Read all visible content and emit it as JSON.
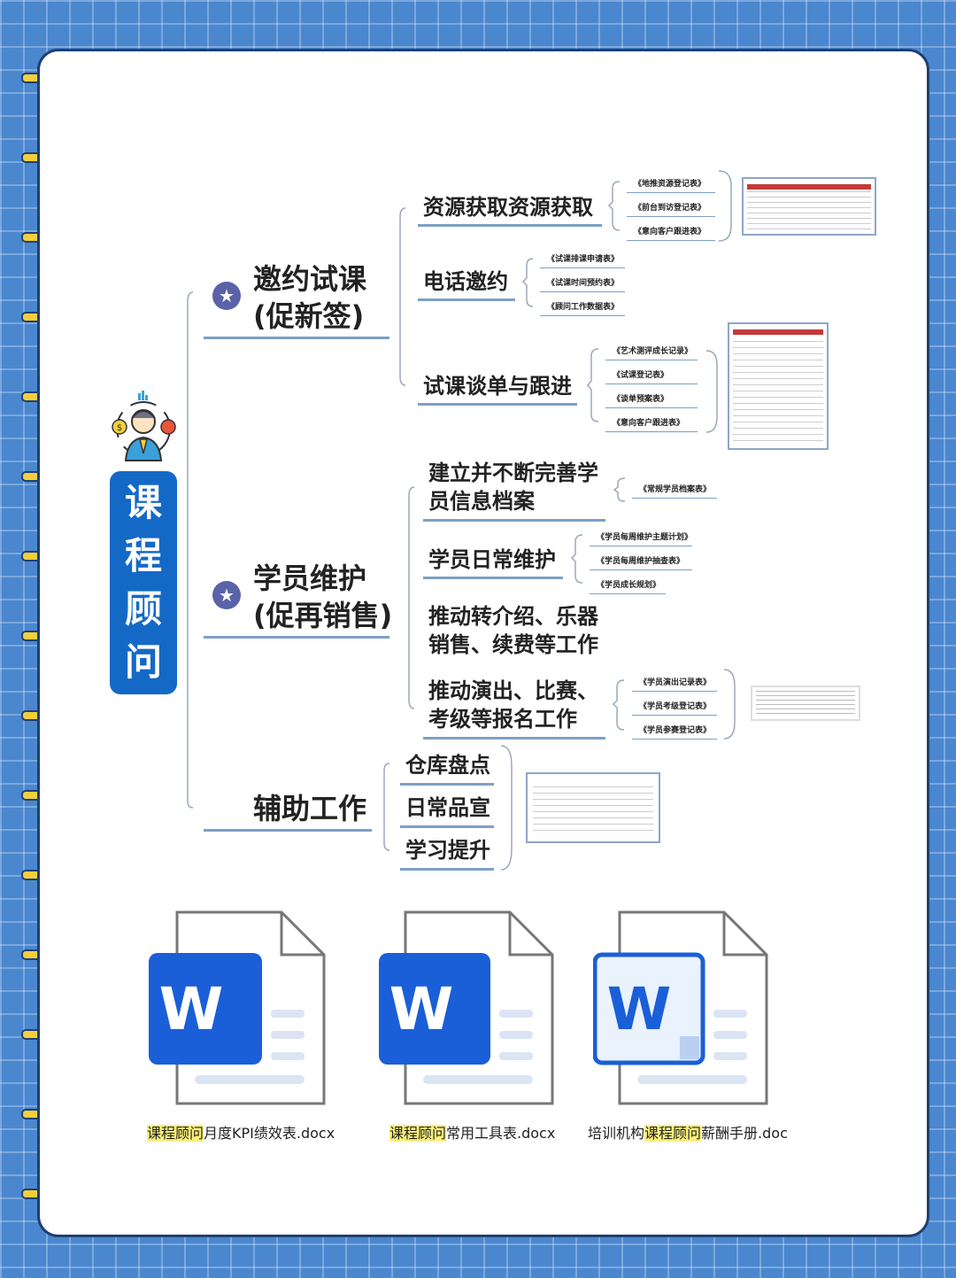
{
  "title_chars": [
    "课",
    "程",
    "顾",
    "问"
  ],
  "nodes": {
    "invite": {
      "line1": "邀约试课",
      "line2": "(促新签)"
    },
    "maintain": {
      "line1": "学员维护",
      "line2": "(促再销售)"
    },
    "aux": {
      "label": "辅助工作"
    }
  },
  "subs": {
    "resource": "资源获取资源获取",
    "phone": "电话邀约",
    "trial": "试课谈单与跟进",
    "archive1": "建立并不断完善学",
    "archive2": "员信息档案",
    "daily": "学员日常维护",
    "referral1": "推动转介绍、乐器",
    "referral2": "销售、续费等工作",
    "perform1": "推动演出、比赛、",
    "perform2": "考级等报名工作",
    "warehouse": "仓库盘点",
    "publicity": "日常品宣",
    "study": "学习提升"
  },
  "leaves": {
    "resource": [
      "《地推资源登记表》",
      "《前台到访登记表》",
      "《意向客户跟进表》"
    ],
    "phone": [
      "《试课排课申请表》",
      "《试课时间预约表》",
      "《顾问工作数据表》"
    ],
    "trial": [
      "《艺术测评成长记录》",
      "《试课登记表》",
      "《谈单预案表》",
      "《意向客户跟进表》"
    ],
    "archive": [
      "《常规学员档案表》"
    ],
    "daily": [
      "《学员每周维护主题计划》",
      "《学员每周维护抽查表》",
      "《学员成长规划》"
    ],
    "perform": [
      "《学员演出记录表》",
      "《学员考级登记表》",
      "《学员参赛登记表》"
    ]
  },
  "files": [
    {
      "highlight": "课程顾问",
      "rest": "月度KPI绩效表.docx"
    },
    {
      "highlight": "课程顾问",
      "rest": "常用工具表.docx"
    },
    {
      "prefix": "培训机构",
      "highlight": "课程顾问",
      "rest": "薪酬手册.doc"
    }
  ],
  "doc_icon_letter": "W",
  "colors": {
    "background": "#4a87cf",
    "title_block": "#1469c7",
    "word_blue": "#1a5fd8",
    "highlight": "#fbf07a"
  }
}
